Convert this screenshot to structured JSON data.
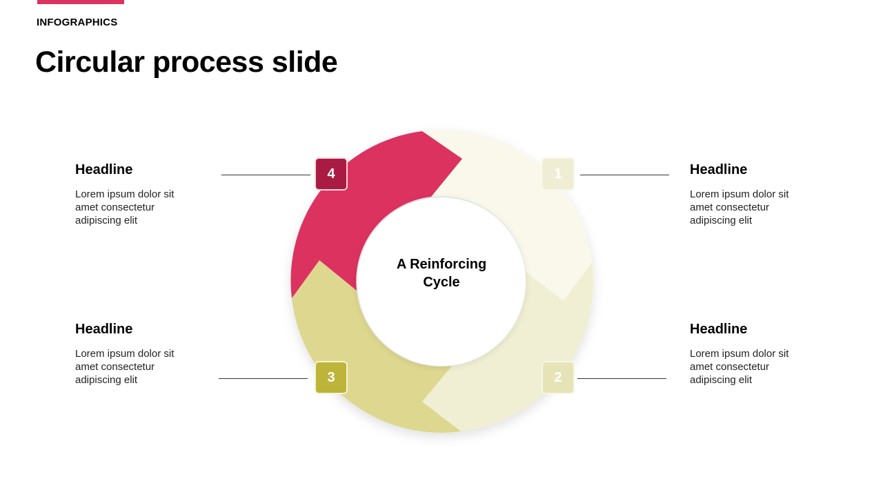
{
  "header": {
    "kicker": "INFOGRAPHICS",
    "title": "Circular process slide"
  },
  "center_label": "A Reinforcing Cycle",
  "steps": [
    {
      "number": "1",
      "headline": "Headline",
      "body": "Lorem ipsum dolor sit amet consectetur adipiscing elit",
      "color": "#f9f8ea",
      "badge_color": "#efeed4"
    },
    {
      "number": "2",
      "headline": "Headline",
      "body": "Lorem ipsum dolor sit amet consectetur adipiscing elit",
      "color": "#f0efd3",
      "badge_color": "#e6e4b6"
    },
    {
      "number": "3",
      "headline": "Headline",
      "body": "Lorem ipsum dolor sit amet consectetur adipiscing elit",
      "color": "#ddd78f",
      "badge_color": "#bdb43a"
    },
    {
      "number": "4",
      "headline": "Headline",
      "body": "Lorem ipsum dolor sit amet consectetur adipiscing elit",
      "color": "#dc3260",
      "badge_color": "#a91b42"
    }
  ],
  "accent": "#dc3260"
}
